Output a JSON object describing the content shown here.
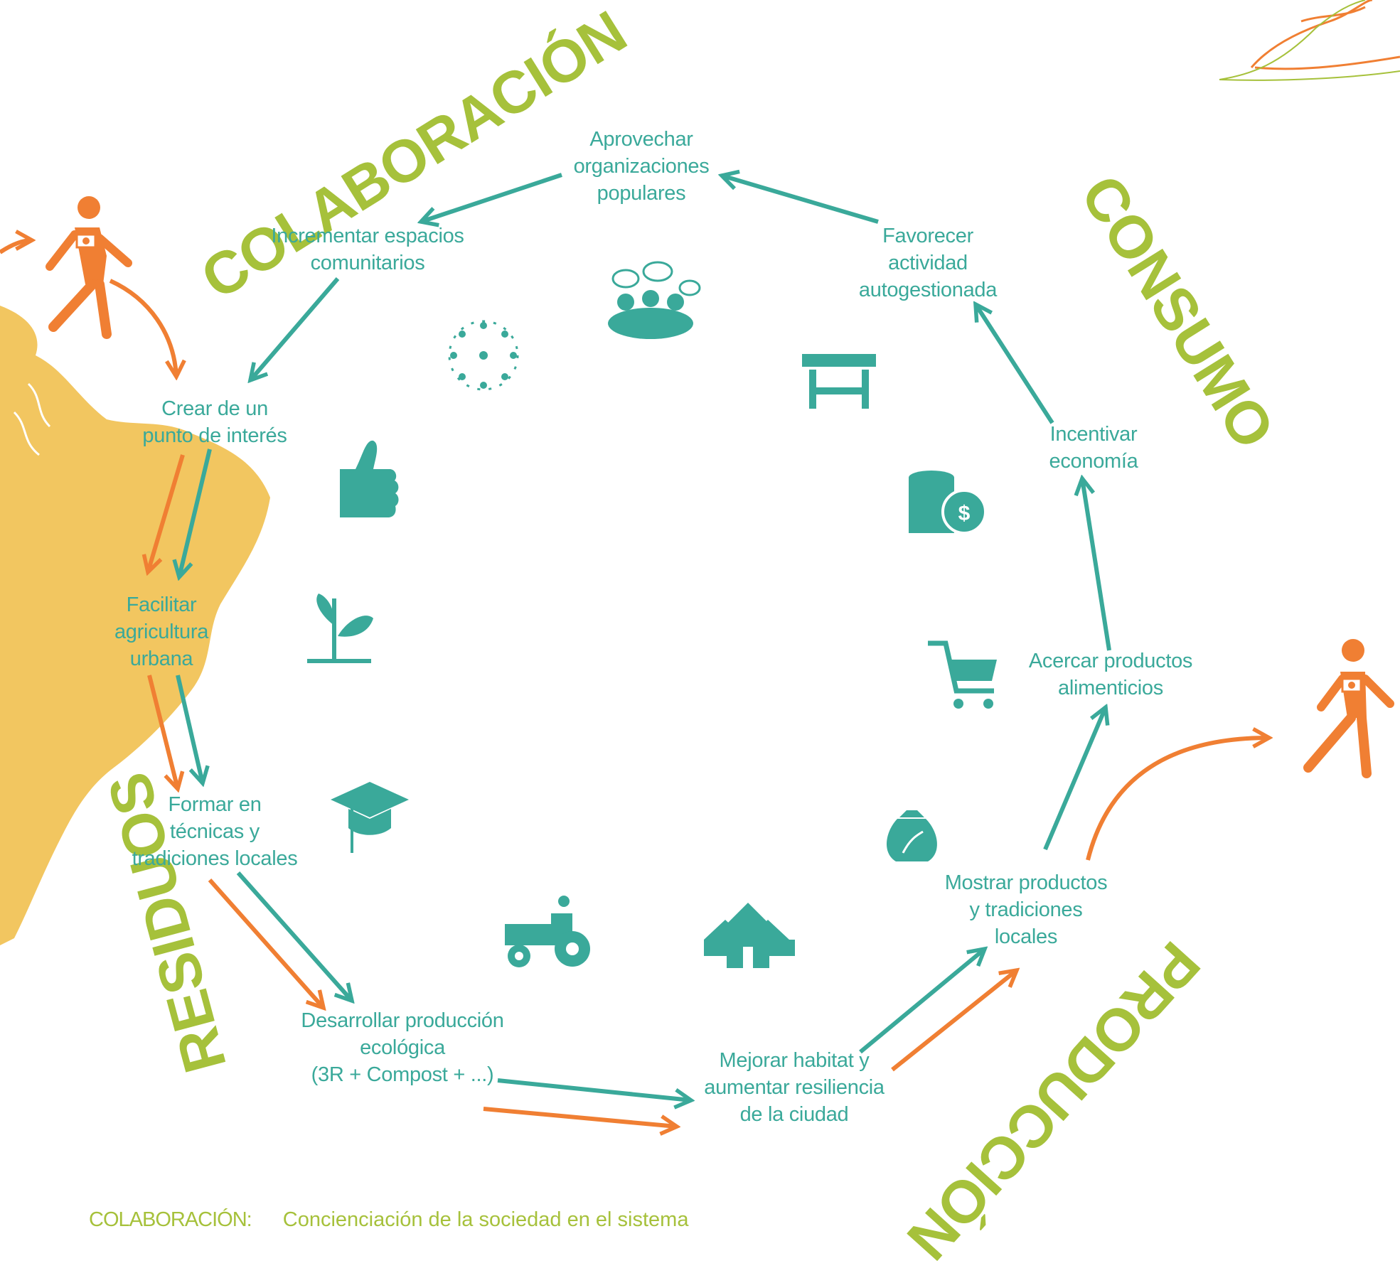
{
  "categories": {
    "colaboracion": "COLABORACIÓN",
    "consumo": "CONSUMO",
    "residuos": "RESIDUOS",
    "produccion": "PRODUCCIÓN"
  },
  "nodes": {
    "aprovechar": [
      "Aprovechar",
      "organizaciones",
      "populares"
    ],
    "incrementar": [
      "Incrementar espacios",
      "comunitarios"
    ],
    "favorecer": [
      "Favorecer",
      "actividad",
      "autogestionada"
    ],
    "crear": [
      "Crear de un",
      "punto de interés"
    ],
    "incentivar": [
      "Incentivar",
      "economía"
    ],
    "facilitar": [
      "Facilitar",
      "agricultura",
      "urbana"
    ],
    "acercar": [
      "Acercar productos",
      "alimenticios"
    ],
    "formar": [
      "Formar en",
      "técnicas y",
      "tradiciones locales"
    ],
    "mostrar": [
      "Mostrar productos",
      "y tradiciones",
      "locales"
    ],
    "desarrollar": [
      "Desarrollar producción",
      "ecológica",
      "(3R + Compost + ...)"
    ],
    "mejorar": [
      "Mejorar habitat y",
      "aumentar resiliencia",
      "de la ciudad"
    ]
  },
  "footer": {
    "key": "COLABORACIÓN:",
    "text": "Concienciación de la sociedad en el sistema"
  },
  "colors": {
    "teal": "#3aa99a",
    "orange": "#f07f33",
    "green": "#a6c13b",
    "land": "#f2c660"
  },
  "icons": [
    "people-circle-icon",
    "community-meeting-icon",
    "market-stall-icon",
    "thumbs-up-icon",
    "coins-dollar-icon",
    "sprout-icon",
    "shopping-cart-icon",
    "graduation-cap-icon",
    "grain-sack-icon",
    "tractor-icon",
    "houses-icon",
    "walking-tourist-icon"
  ]
}
